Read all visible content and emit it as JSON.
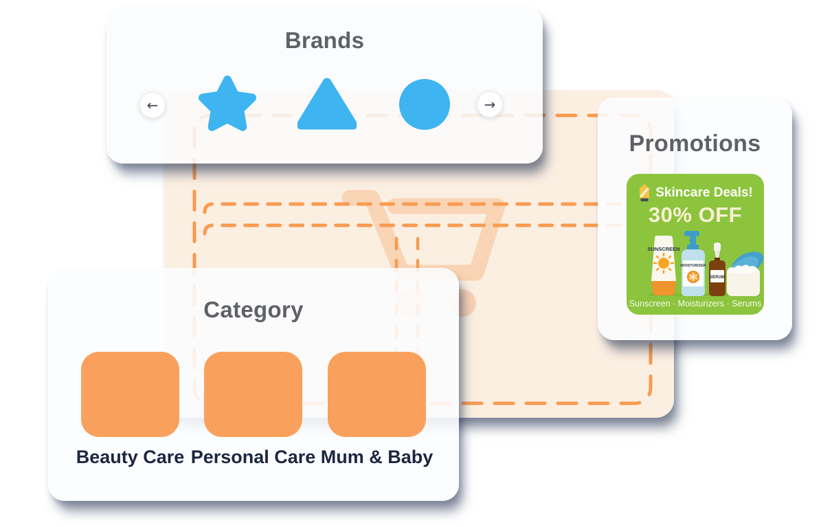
{
  "brands": {
    "title": "Brands",
    "prev_glyph": "←",
    "next_glyph": "→",
    "logos": [
      {
        "name": "star"
      },
      {
        "name": "triangle"
      },
      {
        "name": "circle"
      }
    ]
  },
  "category": {
    "title": "Category",
    "items": [
      {
        "label": "Beauty Care"
      },
      {
        "label": "Personal Care"
      },
      {
        "label": "Mum & Baby"
      }
    ]
  },
  "promotions": {
    "title": "Promotions",
    "banner": {
      "headline": "Skincare Deals!",
      "discount": "30% OFF",
      "footer": "Sunscreen · Moisturizers · Serums",
      "products": [
        {
          "label": "SUNSCREEN"
        },
        {
          "label": "MOISTURIZER"
        },
        {
          "label": "SERUM"
        }
      ]
    }
  },
  "colors": {
    "accent_blue": "#3EB4F0",
    "tile_orange": "#F9A15C",
    "dash_orange": "#F89B51",
    "panel_cream": "#FBEFE2",
    "promo_green": "#8CC43E",
    "title_gray": "#5E6166",
    "label_navy": "#1C2640"
  }
}
